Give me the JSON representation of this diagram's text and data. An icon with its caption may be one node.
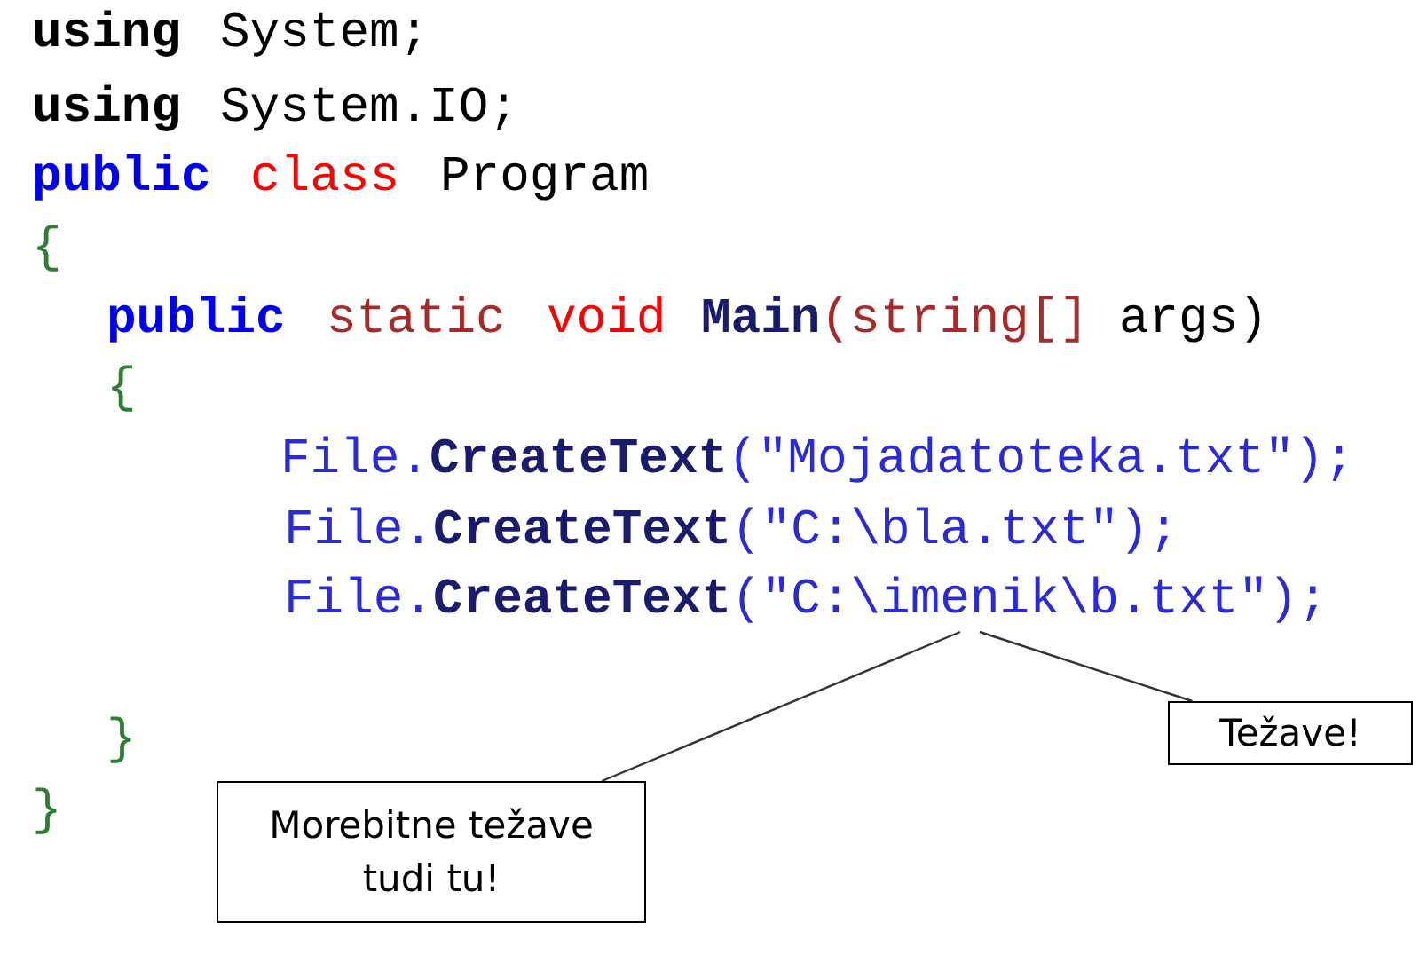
{
  "diagram": {
    "nodes": [
      {
        "text": [
          "File.**CreateText**(\"C:\\imenik\\b.txt\");"
        ]
      },
      {
        "text": [
          "Težave!"
        ]
      },
      {
        "text": [
          "Morebitne težave tudi tu!"
        ]
      }
    ],
    "edges": [
      {
        "from": 1,
        "to": 0,
        "arrow": "none"
      },
      {
        "from": 2,
        "to": 0,
        "arrow": "none"
      }
    ],
    "labels": [
      "using",
      "System;",
      "using",
      "System.IO;",
      "public",
      "class",
      "Program",
      "{",
      "public",
      "static",
      "void",
      "**Main**(string[]",
      "args)",
      "{",
      "File.**CreateText**(\"Mojadatoteka.txt\");",
      "File.**CreateText**(\"C:\\bla.txt\");",
      "}",
      "}"
    ]
  }
}
